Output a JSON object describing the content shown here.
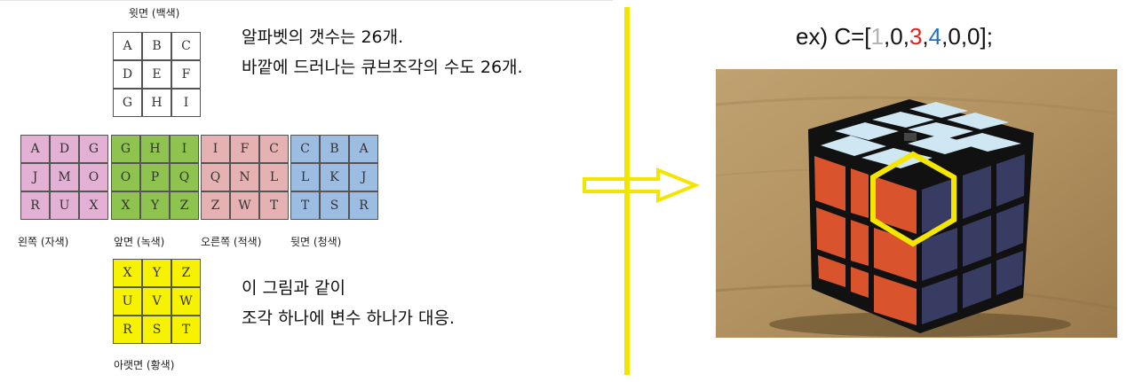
{
  "faces": {
    "top": {
      "label": "윗면 (백색)",
      "cells": [
        "A",
        "B",
        "C",
        "D",
        "E",
        "F",
        "G",
        "H",
        "I"
      ]
    },
    "left": {
      "label": "왼쪽 (자색)",
      "cells": [
        "A",
        "D",
        "G",
        "J",
        "M",
        "O",
        "R",
        "U",
        "X"
      ]
    },
    "front": {
      "label": "앞면 (녹색)",
      "cells": [
        "G",
        "H",
        "I",
        "O",
        "P",
        "Q",
        "X",
        "Y",
        "Z"
      ]
    },
    "right": {
      "label": "오른쪽 (적색)",
      "cells": [
        "I",
        "F",
        "C",
        "Q",
        "N",
        "L",
        "Z",
        "W",
        "T"
      ]
    },
    "back": {
      "label": "뒷면 (청색)",
      "cells": [
        "C",
        "B",
        "A",
        "L",
        "K",
        "J",
        "T",
        "S",
        "R"
      ]
    },
    "bottom": {
      "label": "아랫면 (황색)",
      "cells": [
        "X",
        "Y",
        "Z",
        "U",
        "V",
        "W",
        "R",
        "S",
        "T"
      ]
    }
  },
  "text": {
    "line1": "알파벳의 갯수는 26개.",
    "line2": "바깥에 드러나는 큐브조각의 수도 26개.",
    "line3": "이 그림과 같이",
    "line4": "조각 하나에 변수 하나가 대응."
  },
  "equation": {
    "prefix": "ex) C=[",
    "values": [
      {
        "text": "1",
        "color": "#b3b3b3"
      },
      {
        "text": "0",
        "color": "#111111"
      },
      {
        "text": "3",
        "color": "#e0201b"
      },
      {
        "text": "4",
        "color": "#1f6fc5"
      },
      {
        "text": "0",
        "color": "#111111"
      },
      {
        "text": "0",
        "color": "#111111"
      }
    ],
    "separator": ",",
    "suffix": "];"
  },
  "colors": {
    "divider": "#f2e500",
    "arrow": "#f2e500",
    "highlight": "#f5e600"
  }
}
